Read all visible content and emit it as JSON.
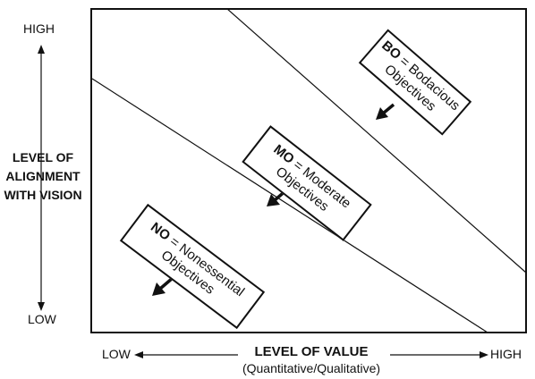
{
  "y_axis": {
    "title": "LEVEL OF ALIGNMENT WITH VISION",
    "high": "HIGH",
    "low": "LOW"
  },
  "x_axis": {
    "title": "LEVEL OF VALUE",
    "subtitle": "(Quantitative/Qualitative)",
    "low": "LOW",
    "high": "HIGH"
  },
  "zones": [
    {
      "abbr": "BO",
      "eq": " = ",
      "word": "Bodacious",
      "second": "Objectives"
    },
    {
      "abbr": "MO",
      "eq": " = ",
      "word": "Moderate",
      "second": "Objectives"
    },
    {
      "abbr": "NO",
      "eq": " = ",
      "word": "Nonessential",
      "second": "Objectives"
    }
  ]
}
